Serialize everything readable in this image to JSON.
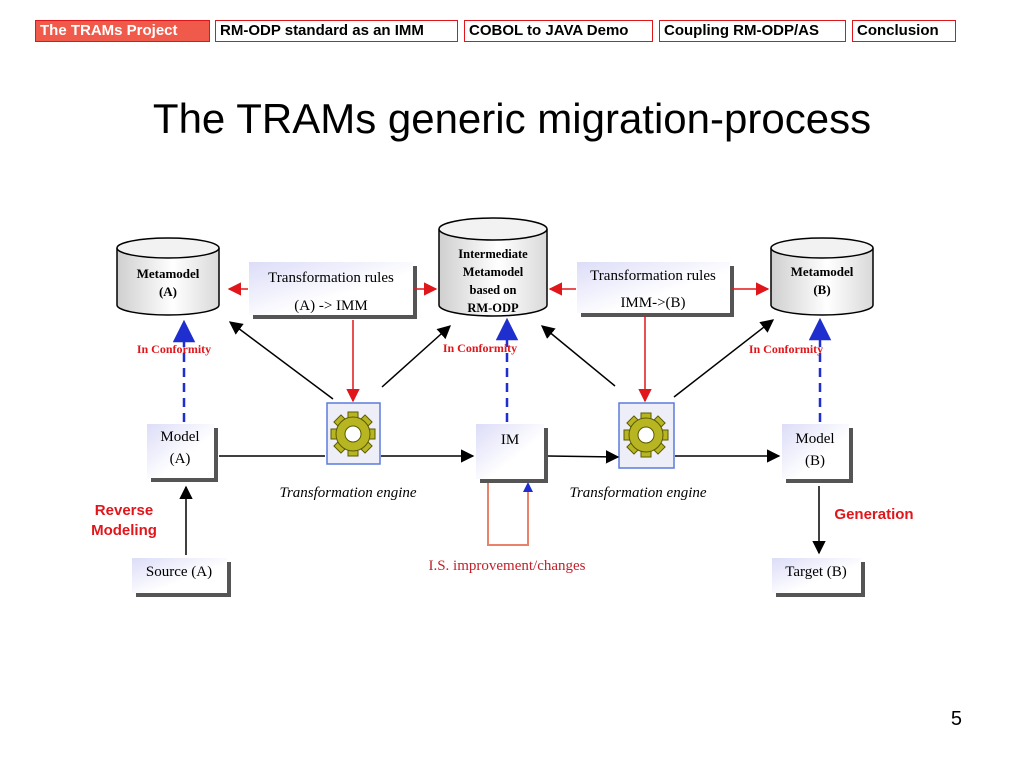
{
  "nav": {
    "tabs": [
      {
        "label": "The TRAMs Project"
      },
      {
        "label": "RM-ODP standard as an IMM"
      },
      {
        "label": "COBOL to JAVA Demo"
      },
      {
        "label": "Coupling RM-ODP/AS"
      },
      {
        "label": "Conclusion"
      }
    ]
  },
  "slide": {
    "title": "The TRAMs generic migration-process",
    "page_number": "5"
  },
  "diagram": {
    "metamodel_a": [
      "Metamodel",
      "(A)"
    ],
    "metamodel_b": [
      "Metamodel",
      "(B)"
    ],
    "imm": [
      "Intermediate",
      "Metamodel",
      "based on",
      "RM-ODP"
    ],
    "rules_a": [
      "Transformation rules",
      "(A)  -> IMM"
    ],
    "rules_b": [
      "Transformation rules",
      "IMM->(B)"
    ],
    "conformity": "In Conformity",
    "model_a": [
      "Model",
      "(A)"
    ],
    "model_b": [
      "Model",
      "(B)"
    ],
    "im": "IM",
    "engine_label": "Transformation engine",
    "source_a": "Source  (A)",
    "target_b": "Target (B)",
    "reverse_modeling": [
      "Reverse",
      "Modeling"
    ],
    "generation": "Generation",
    "is_improvement": "I.S. improvement/changes",
    "colors": {
      "red": "#e0161b",
      "blue": "#1f2fcf",
      "gear": "#b8b522",
      "loop": "#e8836a",
      "tab_active": "#f05a4a"
    }
  }
}
